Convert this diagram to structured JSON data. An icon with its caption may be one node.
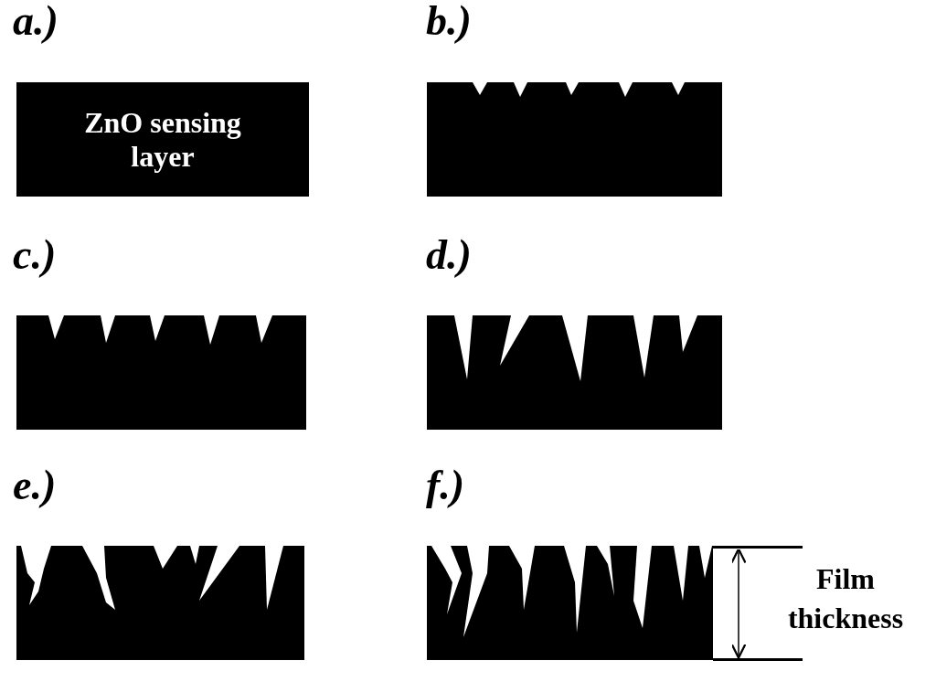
{
  "diagram": {
    "nodes": [
      {
        "text": [
          "ZnO sensing layer"
        ]
      },
      {
        "text": [],
        "shape": "box"
      },
      {
        "text": [],
        "shape": "box"
      },
      {
        "text": [],
        "shape": "box"
      },
      {
        "text": [],
        "shape": "box"
      },
      {
        "text": [],
        "shape": "box"
      }
    ],
    "edges": [],
    "labels": [
      "a.)",
      "b.)",
      "c.)",
      "d.)",
      "e.)",
      "f.)",
      "Film thickness"
    ]
  }
}
